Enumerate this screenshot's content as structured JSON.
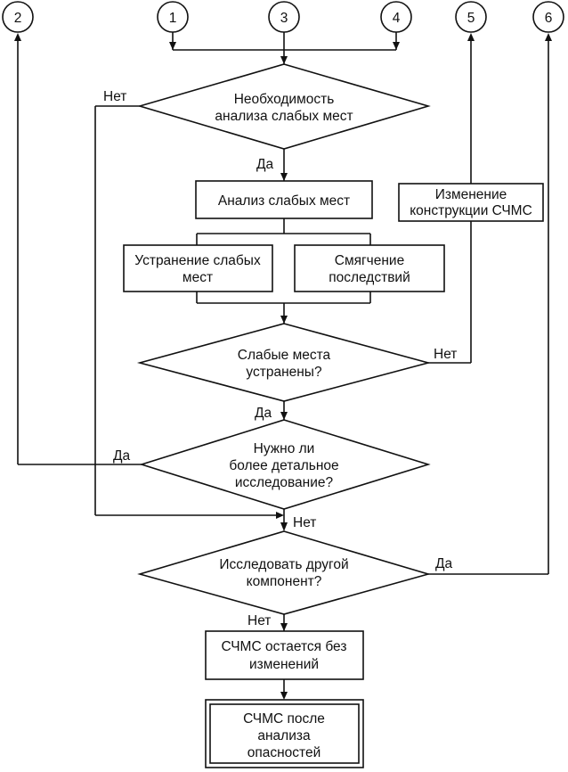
{
  "connectors": [
    "2",
    "1",
    "3",
    "4",
    "5",
    "6"
  ],
  "decision_weak": [
    "Необходимость",
    "анализа слабых мест"
  ],
  "process_analysis": "Анализ слабых мест",
  "process_eliminate": [
    "Устранение слабых",
    "мест"
  ],
  "process_mitigate": [
    "Смягчение",
    "последствий"
  ],
  "process_change": [
    "Изменение",
    "конструкции СЧМС"
  ],
  "decision_eliminated": [
    "Слабые места",
    "устранены?"
  ],
  "decision_detailed": [
    "Нужно ли",
    "более детальное",
    "исследование?"
  ],
  "decision_other": [
    "Исследовать другой",
    "компонент?"
  ],
  "process_unchanged": [
    "СЧМС остается без",
    "изменений"
  ],
  "terminal_result": [
    "СЧМС после",
    "анализа",
    "опасностей"
  ],
  "labels": {
    "no_weak": "Нет",
    "yes_weak": "Да",
    "no_eliminated": "Нет",
    "yes_eliminated": "Да",
    "yes_detailed": "Да",
    "no_detailed": "Нет",
    "yes_other": "Да",
    "no_other": "Нет"
  }
}
